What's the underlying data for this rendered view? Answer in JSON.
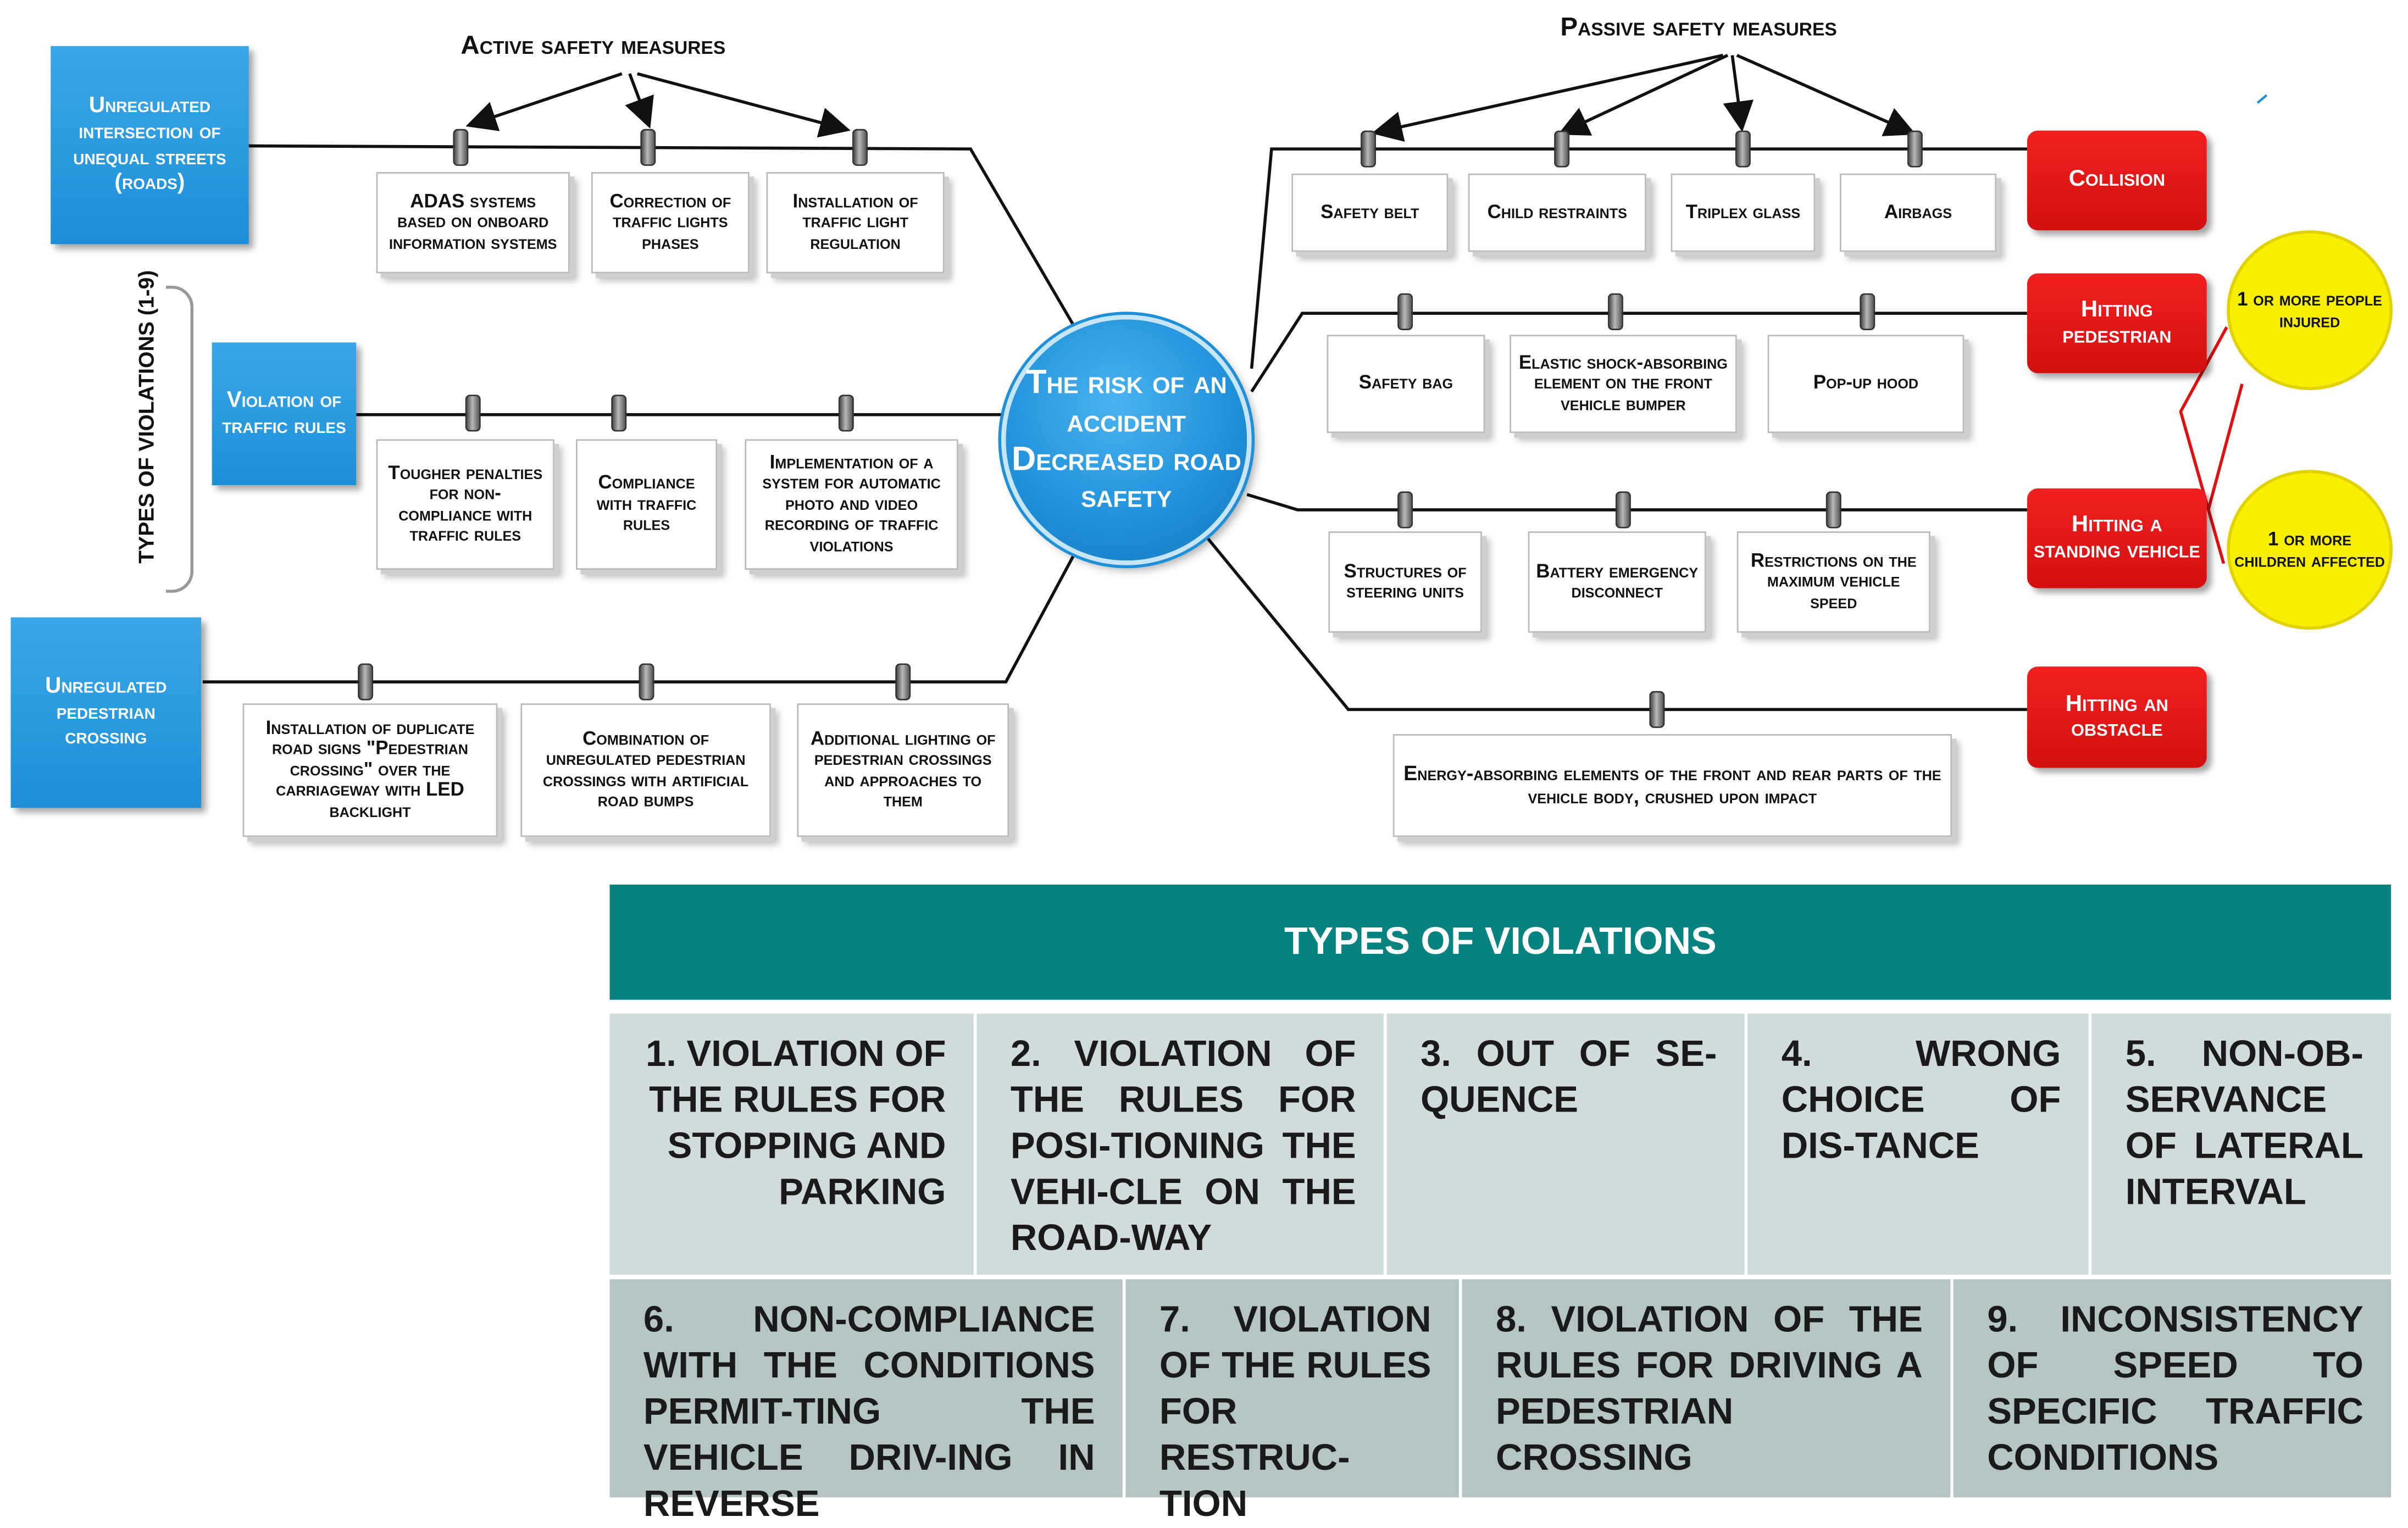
{
  "headings": {
    "active": "Active safety measures",
    "passive": "Passive safety measures"
  },
  "center": {
    "label": "The risk of an accident Decreased road safety"
  },
  "left_sources": [
    "Unregulated intersection of unequal streets (roads)",
    "Violation of traffic rules",
    "Unregulated pedestrian crossing"
  ],
  "side_label": "TYPES OF VIOLATIONS (1-9)",
  "active_measures": {
    "row1": [
      "ADAS systems based on onboard information systems",
      "Correction of traffic lights phases",
      "Installation of traffic light regulation"
    ],
    "row2": [
      "Tougher penalties for non-compliance with traffic rules",
      "Compliance with traffic rules",
      "Implementation of a system for automatic photo and video recording of traffic violations"
    ],
    "row3": [
      "Installation of duplicate road signs \"Pedestrian crossing\" over the carriageway with LED backlight",
      "Combination of unregulated pedestrian crossings with artificial road bumps",
      "Additional lighting of pedestrian crossings and approaches to them"
    ]
  },
  "passive_measures": {
    "row1": [
      "Safety belt",
      "Child restraints",
      "Triplex glass",
      "Airbags"
    ],
    "row2": [
      "Safety bag",
      "Elastic shock-absorbing element on the front vehicle bumper",
      "Pop-up hood"
    ],
    "row3": [
      "Structures of steering units",
      "Battery emergency disconnect",
      "Restrictions on the maximum vehicle speed"
    ],
    "row4": [
      "Energy-absorbing elements of the front and rear parts of the vehicle body, crushed upon impact"
    ]
  },
  "outcomes": [
    "Collision",
    "Hitting pedestrian",
    "Hitting a standing vehicle",
    "Hitting an obstacle"
  ],
  "consequences": [
    "1 or more people injured",
    "1 or more children affected"
  ],
  "violations_table": {
    "title": "TYPES OF VIOLATIONS",
    "row1": [
      "1. VIOLATION OF THE RULES FOR STOPPING AND PARKING",
      "2. VIOLATION OF THE RULES FOR POSI-TIONING THE VEHI-CLE ON THE ROAD-WAY",
      "3. OUT OF SE-QUENCE",
      "4. WRONG CHOICE OF DIS-TANCE",
      "5. NON-OB-SERVANCE OF LATERAL INTERVAL"
    ],
    "row2": [
      "6. NON-COMPLIANCE WITH THE CONDITIONS PERMIT-TING THE VEHICLE DRIV-ING IN REVERSE",
      "7. VIOLATION OF THE RULES FOR RESTRUC-TION",
      "8. VIOLATION OF THE RULES FOR DRIVING A PEDESTRIAN CROSSING",
      "9. INCONSISTENCY OF SPEED TO SPECIFIC TRAFFIC CONDITIONS"
    ]
  },
  "colors": {
    "blue": "#1e8fd6",
    "red": "#d30f0f",
    "yellow": "#f8ee00",
    "teal": "#078281",
    "table_row1": "#d2dbdb",
    "table_row2": "#b4c5c4"
  }
}
